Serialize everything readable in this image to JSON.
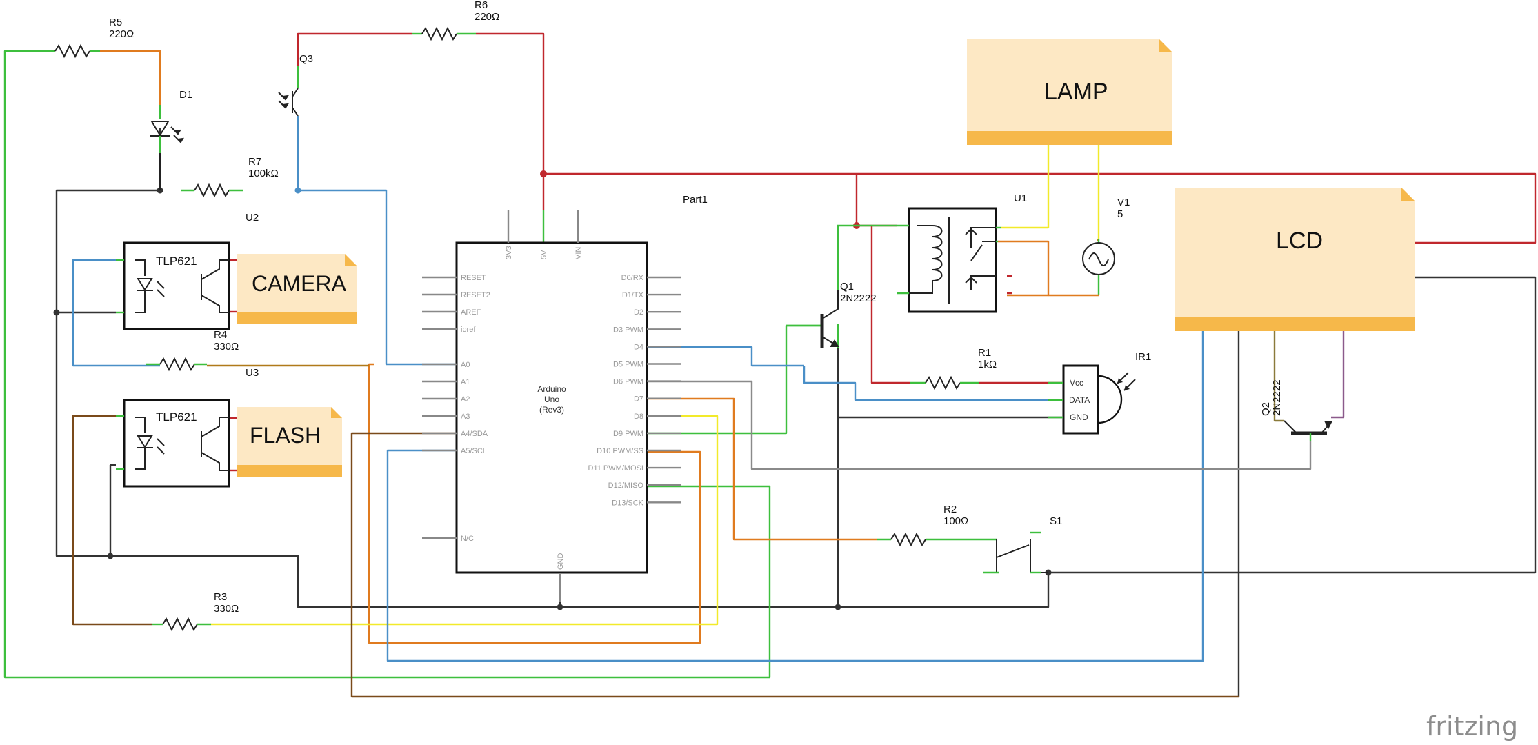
{
  "parts": {
    "R5": {
      "ref": "R5",
      "value": "220Ω"
    },
    "R6": {
      "ref": "R6",
      "value": "220Ω"
    },
    "R7": {
      "ref": "R7",
      "value": "100kΩ"
    },
    "R4": {
      "ref": "R4",
      "value": "330Ω"
    },
    "R3": {
      "ref": "R3",
      "value": "330Ω"
    },
    "R1": {
      "ref": "R1",
      "value": "1kΩ"
    },
    "R2": {
      "ref": "R2",
      "value": "100Ω"
    },
    "D1": {
      "ref": "D1"
    },
    "Q3": {
      "ref": "Q3"
    },
    "Q1": {
      "ref": "Q1",
      "value": "2N2222"
    },
    "Q2": {
      "ref": "Q2",
      "value": "2N2222"
    },
    "U1": {
      "ref": "U1"
    },
    "U2": {
      "ref": "U2",
      "chip": "TLP621"
    },
    "U3": {
      "ref": "U3",
      "chip": "TLP621"
    },
    "V1": {
      "ref": "V1",
      "value": "5"
    },
    "IR1": {
      "ref": "IR1",
      "pins": [
        "Vcc",
        "DATA",
        "GND"
      ]
    },
    "S1": {
      "ref": "S1"
    },
    "Part1": {
      "ref": "Part1",
      "name": "Arduino",
      "model": "Uno",
      "rev": "(Rev3)"
    }
  },
  "notes": {
    "lamp": "LAMP",
    "lcd": "LCD",
    "camera": "CAMERA",
    "flash": "FLASH"
  },
  "arduino": {
    "top_pins": [
      "3V3",
      "5V",
      "VIN"
    ],
    "left_pins": [
      "RESET",
      "RESET2",
      "AREF",
      "ioref",
      "A0",
      "A1",
      "A2",
      "A3",
      "A4/SDA",
      "A5/SCL",
      "N/C"
    ],
    "right_pins": [
      "D0/RX",
      "D1/TX",
      "D2",
      "D3 PWM",
      "D4",
      "D5 PWM",
      "D6 PWM",
      "D7",
      "D8",
      "D9 PWM",
      "D10 PWM/SS",
      "D11 PWM/MOSI",
      "D12/MISO",
      "D13/SCK"
    ],
    "bottom_pin": "GND"
  },
  "watermark": "fritzing",
  "colors": {
    "green": "#3dbf3d",
    "red": "#c0272d",
    "blue": "#4a8fc7",
    "orange": "#e07b1f",
    "yellow": "#f2ea2a",
    "brown": "#7a4a1a",
    "dark": "#333333",
    "gray": "#8a8a8a",
    "purple": "#8b5a8b",
    "olive": "#8a7a3a",
    "note_fill": "#fde8c4",
    "note_band": "#f6b84a"
  }
}
